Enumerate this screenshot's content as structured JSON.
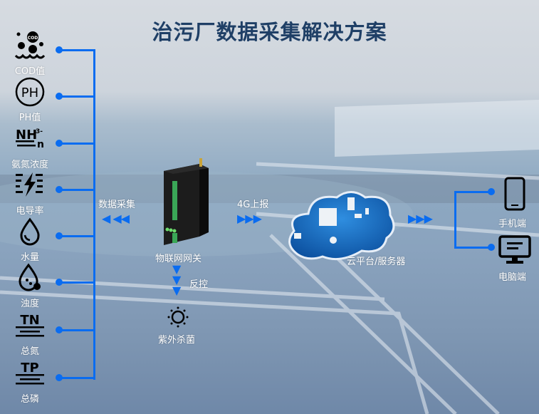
{
  "title": "治污厂数据采集解决方案",
  "sensors": [
    {
      "label": "COD值",
      "icon": "cod-icon",
      "badge": "COD"
    },
    {
      "label": "PH值",
      "icon": "ph-icon",
      "badge": "PH"
    },
    {
      "label": "氨氮浓度",
      "icon": "ammonia-icon",
      "badge": "NH",
      "sup": "3-",
      "sub": "n"
    },
    {
      "label": "电导率",
      "icon": "conductivity-icon"
    },
    {
      "label": "水量",
      "icon": "water-drop-icon"
    },
    {
      "label": "浊度",
      "icon": "turbidity-icon"
    },
    {
      "label": "总氮",
      "icon": "tn-icon",
      "badge": "TN"
    },
    {
      "label": "总磷",
      "icon": "tp-icon",
      "badge": "TP"
    }
  ],
  "flow": {
    "collect": "数据采集",
    "gateway": "物联网网关",
    "upload": "4G上报",
    "cloud": "云平台/服务器",
    "control": "反控",
    "uv": "紫外杀菌"
  },
  "clients": [
    {
      "label": "手机端",
      "icon": "phone-icon"
    },
    {
      "label": "电脑端",
      "icon": "monitor-icon"
    }
  ],
  "colors": {
    "accent": "#0a6cf0",
    "title": "#1f3f66"
  }
}
